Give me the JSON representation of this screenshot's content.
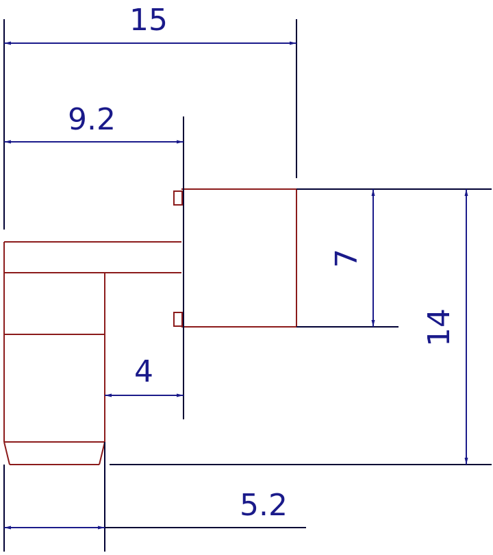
{
  "colors": {
    "part": "#8b1a1a",
    "dimension": "#1a1a8a",
    "extension": "#000033",
    "background": "#ffffff"
  },
  "dimensions": {
    "overall_width": "15",
    "offset_width": "9.2",
    "slot_width": "4",
    "base_width": "5.2",
    "upper_height": "7",
    "total_height": "14"
  }
}
